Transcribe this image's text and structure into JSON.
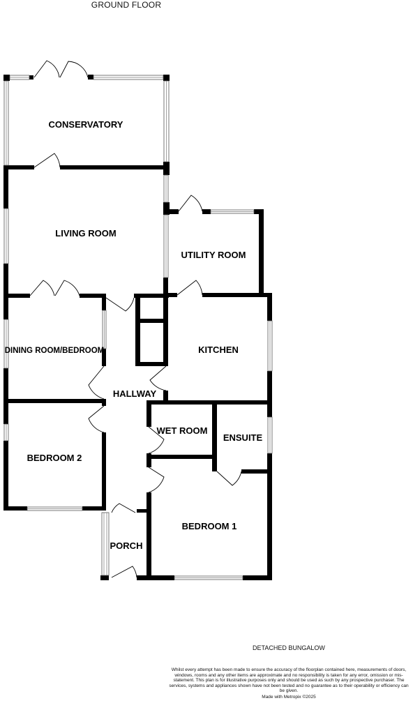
{
  "header": {
    "title": "GROUND FLOOR"
  },
  "rooms": {
    "conservatory": "CONSERVATORY",
    "living_room": "LIVING ROOM",
    "utility_room": "UTILITY ROOM",
    "dining_room": "DINING ROOM/BEDROOM",
    "kitchen": "KITCHEN",
    "hallway": "HALLWAY",
    "wet_room": "WET ROOM",
    "ensuite": "ENSUITE",
    "bedroom_2": "BEDROOM 2",
    "bedroom_1": "BEDROOM 1",
    "porch": "PORCH"
  },
  "footer": {
    "property_type": "DETACHED BUNGALOW",
    "disclaimer": "Whilst every attempt has been made to ensure the accuracy of the floorplan contained here, measurements of doors, windows, rooms and any other items are approximate and no responsibility is taken for any error, omission or mis-statement. This plan is for illustrative purposes only and should be used as such by any prospective purchaser. The services, systems and appliances shown have not been tested and no guarantee as to their operability or efficiency can be given.",
    "credit": "Made with Metropix ©2025"
  }
}
